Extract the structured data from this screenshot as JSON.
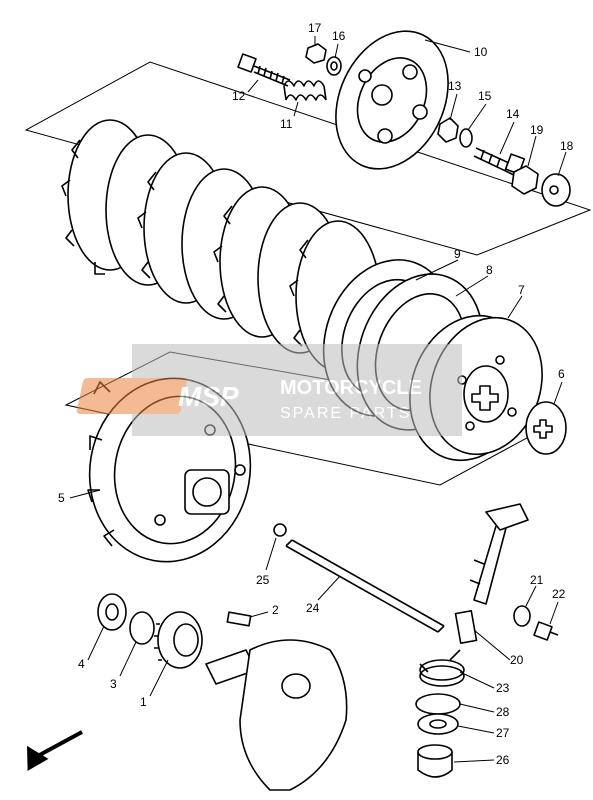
{
  "watermark": {
    "logo_text": "MSP",
    "line1": "MOTORCYCLE",
    "line2": "SPARE PARTS"
  },
  "callouts": [
    {
      "id": "17",
      "text": "17"
    },
    {
      "id": "16",
      "text": "16"
    },
    {
      "id": "10",
      "text": "10"
    },
    {
      "id": "12",
      "text": "12"
    },
    {
      "id": "11",
      "text": "11"
    },
    {
      "id": "13",
      "text": "13"
    },
    {
      "id": "15",
      "text": "15"
    },
    {
      "id": "14",
      "text": "14"
    },
    {
      "id": "19",
      "text": "19"
    },
    {
      "id": "18",
      "text": "18"
    },
    {
      "id": "9",
      "text": "9"
    },
    {
      "id": "8",
      "text": "8"
    },
    {
      "id": "7",
      "text": "7"
    },
    {
      "id": "6",
      "text": "6"
    },
    {
      "id": "5",
      "text": "5"
    },
    {
      "id": "25",
      "text": "25"
    },
    {
      "id": "24",
      "text": "24"
    },
    {
      "id": "2",
      "text": "2"
    },
    {
      "id": "21",
      "text": "21"
    },
    {
      "id": "22",
      "text": "22"
    },
    {
      "id": "4",
      "text": "4"
    },
    {
      "id": "3",
      "text": "3"
    },
    {
      "id": "1",
      "text": "1"
    },
    {
      "id": "20",
      "text": "20"
    },
    {
      "id": "23",
      "text": "23"
    },
    {
      "id": "28",
      "text": "28"
    },
    {
      "id": "27",
      "text": "27"
    },
    {
      "id": "26",
      "text": "26"
    }
  ],
  "colors": {
    "line": "#000000",
    "background": "#ffffff",
    "watermark_band": "#bdbdbd",
    "watermark_logo": "#e8843c"
  },
  "icons": {
    "direction_arrow": "arrow-down-left-icon"
  }
}
